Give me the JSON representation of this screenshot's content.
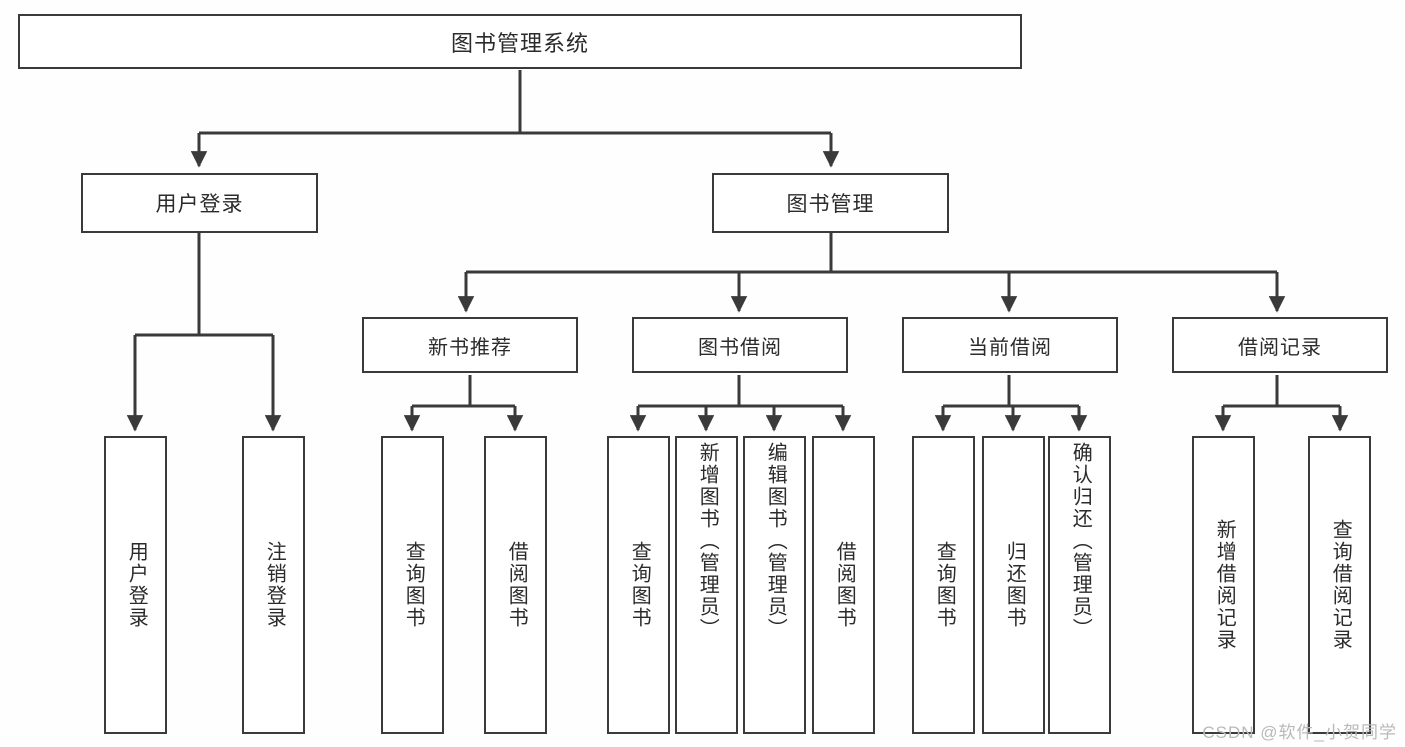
{
  "diagram": {
    "title": "图书管理系统",
    "type": "tree",
    "root": {
      "label": "图书管理系统"
    },
    "level2": [
      {
        "id": "user-login",
        "label": "用户登录"
      },
      {
        "id": "book-manage",
        "label": "图书管理"
      }
    ],
    "level3": [
      {
        "id": "new-book-recommend",
        "label": "新书推荐"
      },
      {
        "id": "book-borrow",
        "label": "图书借阅"
      },
      {
        "id": "current-borrow",
        "label": "当前借阅"
      },
      {
        "id": "borrow-record",
        "label": "借阅记录"
      }
    ],
    "leaves": [
      {
        "id": "leaf-user-login",
        "label": "用户登录",
        "parent": "user-login"
      },
      {
        "id": "leaf-logout-login",
        "label": "注销登录",
        "parent": "user-login"
      },
      {
        "id": "leaf-query-book-1",
        "label": "查询图书",
        "parent": "new-book-recommend"
      },
      {
        "id": "leaf-borrow-book-1",
        "label": "借阅图书",
        "parent": "new-book-recommend"
      },
      {
        "id": "leaf-query-book-2",
        "label": "查询图书",
        "parent": "book-borrow"
      },
      {
        "id": "leaf-add-book",
        "label": "新增图书（管理员）",
        "parent": "book-borrow"
      },
      {
        "id": "leaf-edit-book",
        "label": "编辑图书（管理员）",
        "parent": "book-borrow"
      },
      {
        "id": "leaf-borrow-book-2",
        "label": "借阅图书",
        "parent": "book-borrow"
      },
      {
        "id": "leaf-query-book-3",
        "label": "查询图书",
        "parent": "current-borrow"
      },
      {
        "id": "leaf-return-book",
        "label": "归还图书",
        "parent": "current-borrow"
      },
      {
        "id": "leaf-confirm-return",
        "label": "确认归还（管理员）",
        "parent": "current-borrow"
      },
      {
        "id": "leaf-add-record",
        "label": "新增借阅记录",
        "parent": "borrow-record"
      },
      {
        "id": "leaf-query-record",
        "label": "查询借阅记录",
        "parent": "borrow-record"
      }
    ]
  },
  "watermark": {
    "text": "CSDN @软件_小贺同学"
  },
  "colors": {
    "stroke": "#3a3a3a",
    "box_fill": "#ffffff",
    "text": "#2b2b2b",
    "watermark": "#b9b9b9",
    "background": "#fefefe"
  }
}
